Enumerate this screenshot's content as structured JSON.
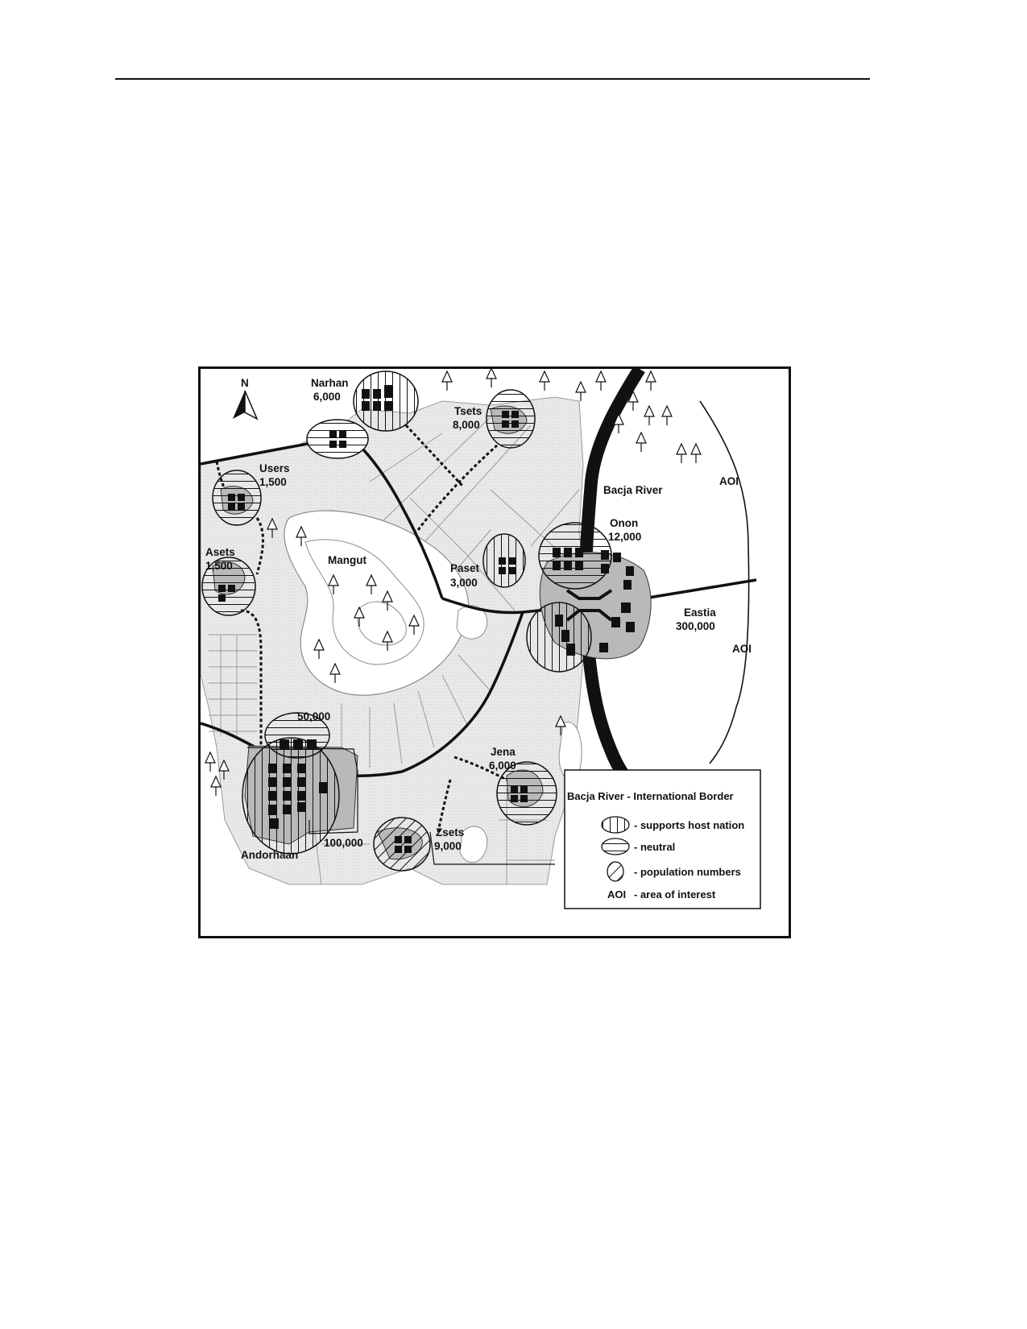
{
  "map": {
    "north_label": "N",
    "places": {
      "narhan": {
        "name": "Narhan",
        "population": "6,000"
      },
      "tsets": {
        "name": "Tsets",
        "population": "8,000"
      },
      "users": {
        "name": "Users",
        "population": "1,500"
      },
      "asets": {
        "name": "Asets",
        "population": "1,500"
      },
      "mangut": {
        "name": "Mangut"
      },
      "paset": {
        "name": "Paset",
        "population": "3,000"
      },
      "onon": {
        "name": "Onon",
        "population": "12,000"
      },
      "eastia": {
        "name": "Eastia",
        "population": "300,000"
      },
      "andorhaan": {
        "name": "Andorhaan",
        "population_north": "50,000",
        "population_east": "100,000"
      },
      "jena": {
        "name": "Jena",
        "population": "6,000"
      },
      "zsets": {
        "name": "Zsets",
        "population": "9,000"
      }
    },
    "river_label": "Bacja River",
    "aoi_labels": [
      "AOI",
      "AOI"
    ]
  },
  "legend": {
    "title": "Bacja River - International Border",
    "items": [
      {
        "pattern": "vertical-lines",
        "label": "- supports host nation"
      },
      {
        "pattern": "horizontal-lines",
        "label": "- neutral"
      },
      {
        "pattern": "diagonal-lines",
        "label": "- population numbers"
      },
      {
        "key": "AOI",
        "label": "- area of interest"
      }
    ]
  },
  "colors": {
    "ink": "#111111",
    "urban_fill": "#b8b8b8",
    "land_fill": "#e7e7e7",
    "paper": "#ffffff"
  }
}
